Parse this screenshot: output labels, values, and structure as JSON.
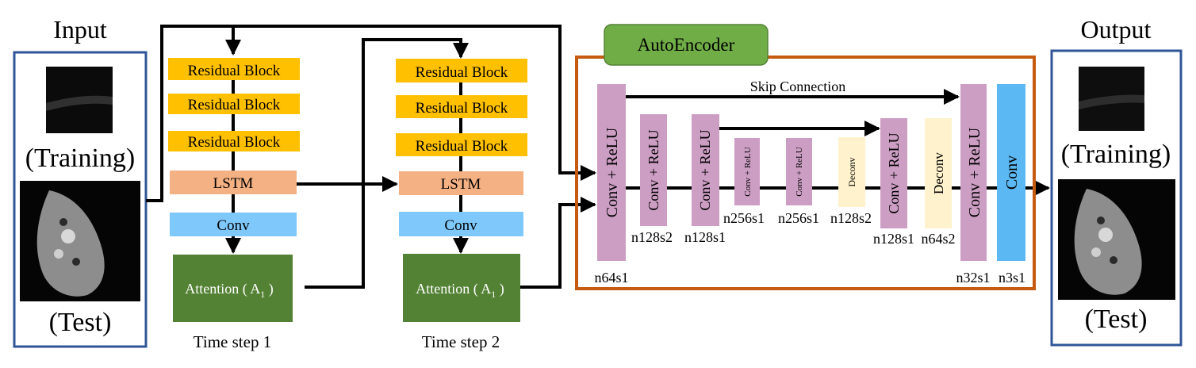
{
  "input": {
    "title": "Input",
    "training_label": "(Training)",
    "test_label": "(Test)"
  },
  "output": {
    "title": "Output",
    "training_label": "(Training)",
    "test_label": "(Test)"
  },
  "time_step_1": {
    "residual_blocks": [
      "Residual Block",
      "Residual Block",
      "Residual Block"
    ],
    "lstm_label": "LSTM",
    "conv_label": "Conv",
    "attention_text": "Attention ( A",
    "attention_sub": "1",
    "attention_close": " )",
    "caption": "Time step 1"
  },
  "time_step_2": {
    "residual_blocks": [
      "Residual Block",
      "Residual Block",
      "Residual Block"
    ],
    "lstm_label": "LSTM",
    "conv_label": "Conv",
    "attention_text": "Attention ( A",
    "attention_sub": "1",
    "attention_close": " )",
    "caption": "Time step 2"
  },
  "autoencoder": {
    "title": "AutoEncoder",
    "skip_label": "Skip Connection",
    "blocks": [
      {
        "label": "Conv + ReLU",
        "param": "n64s1"
      },
      {
        "label": "Conv + ReLU",
        "param": "n128s2"
      },
      {
        "label": "Conv + ReLU",
        "param": "n128s1"
      },
      {
        "label": "Conv + ReLU",
        "param": "n256s1"
      },
      {
        "label": "Conv + ReLU",
        "param": "n256s1"
      },
      {
        "label": "Deconv",
        "param": "n128s2"
      },
      {
        "label": "Conv + ReLU",
        "param": "n128s1"
      },
      {
        "label": "Deconv",
        "param": "n64s2"
      },
      {
        "label": "Conv + ReLU",
        "param": "n32s1"
      },
      {
        "label": "Conv",
        "param": "n3s1"
      }
    ]
  },
  "colors": {
    "residual": "#ffc000",
    "lstm": "#f4b183",
    "conv": "#7ec8fb",
    "attention": "#548235",
    "autoencoder_tag": "#70ad47",
    "autoencoder_border": "#c55a11",
    "conv_relu": "#cd9ec4",
    "deconv": "#fff2cc",
    "final_conv": "#5bb8f2",
    "frame": "#2f5597"
  }
}
